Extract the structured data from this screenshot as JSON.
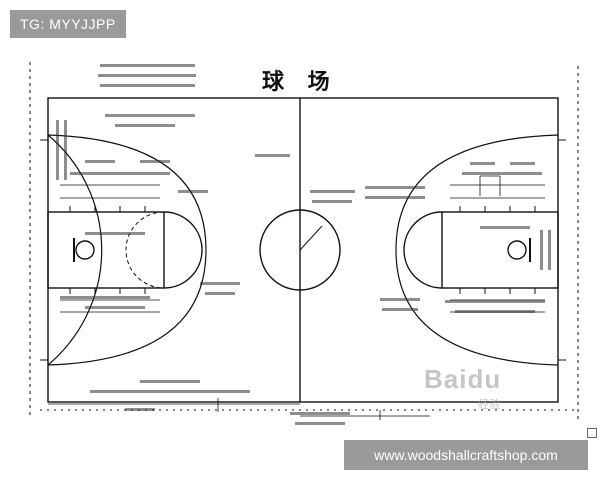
{
  "overlay": {
    "tag_text": "TG: MYYJJPP",
    "website": "www.woodshallcraftshop.com"
  },
  "diagram": {
    "title": "球 场",
    "watermark": "Baidu",
    "watermark_sub": "经验",
    "corner_icon": "image-icon"
  },
  "colors": {
    "line": "#111111",
    "overlay_bg": "#9a9a9a",
    "overlay_text": "#ffffff"
  }
}
